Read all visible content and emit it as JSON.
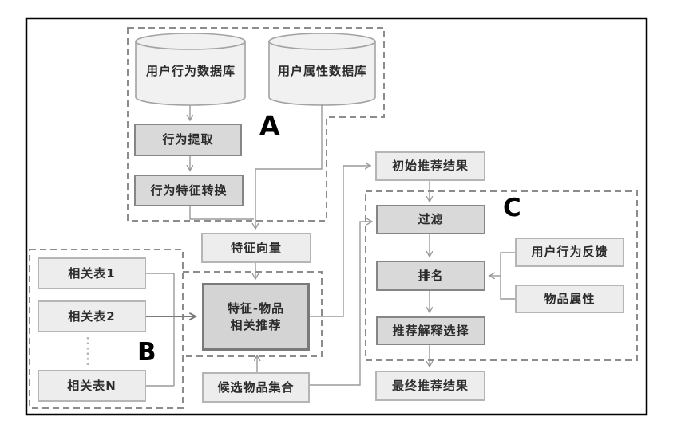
{
  "diagram": {
    "title": "",
    "section_labels": {
      "a": "A",
      "b": "B",
      "c": "C"
    },
    "nodes": {
      "user_behavior_db": {
        "label": "用户行为数据库",
        "shape": "cylinder"
      },
      "user_attribute_db": {
        "label": "用户属性数据库",
        "shape": "cylinder"
      },
      "behavior_extraction": {
        "label": "行为提取",
        "shape": "process"
      },
      "behavior_feature_conv": {
        "label": "行为特征转换",
        "shape": "process"
      },
      "feature_vector": {
        "label": "特征向量",
        "shape": "data"
      },
      "related_table_1": {
        "label": "相关表1",
        "shape": "data"
      },
      "related_table_2": {
        "label": "相关表2",
        "shape": "data"
      },
      "related_table_n": {
        "label": "相关表N",
        "shape": "data"
      },
      "feature_item_rec": {
        "label_line1": "特征-物品",
        "label_line2": "相关推荐",
        "shape": "process"
      },
      "initial_results": {
        "label": "初始推荐结果",
        "shape": "data"
      },
      "filter": {
        "label": "过滤",
        "shape": "process"
      },
      "ranking": {
        "label": "排名",
        "shape": "process"
      },
      "explanation_selection": {
        "label": "推荐解释选择",
        "shape": "process"
      },
      "final_results": {
        "label": "最终推荐结果",
        "shape": "data"
      },
      "user_behavior_feedback": {
        "label": "用户行为反馈",
        "shape": "data"
      },
      "item_attributes": {
        "label": "物品属性",
        "shape": "data"
      },
      "candidate_item_set": {
        "label": "候选物品集合",
        "shape": "data"
      }
    },
    "colors": {
      "box_light_bg": "#ededed",
      "box_light_border": "#b5b5b5",
      "box_dark_bg": "#d9d9d9",
      "box_dark_border": "#868686",
      "main_box_bg": "#d4d4d4",
      "main_box_border": "#7a7a7a",
      "cylinder_bg": "#f1f1f1",
      "cylinder_border": "#a3a3a3",
      "connector": "#9a9a9a",
      "dashed_section": "#8c8c8c",
      "frame": "#000000",
      "text": "#2b2b2b"
    }
  }
}
